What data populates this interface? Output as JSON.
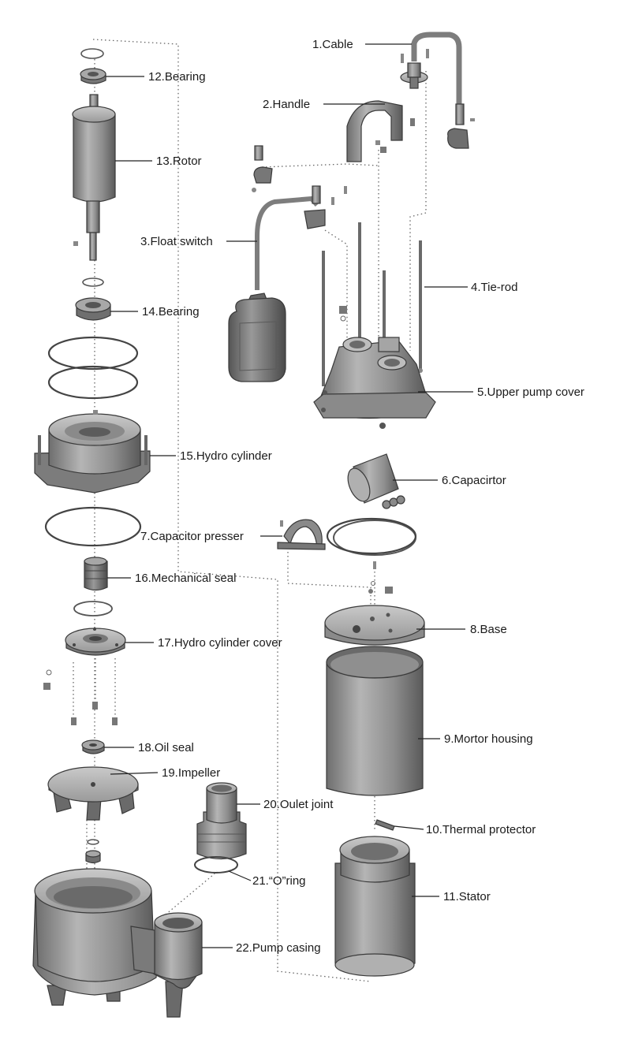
{
  "diagram": {
    "labels": [
      {
        "id": "cable",
        "text": "1.Cable"
      },
      {
        "id": "handle",
        "text": "2.Handle"
      },
      {
        "id": "float-switch",
        "text": "3.Float switch"
      },
      {
        "id": "tie-rod",
        "text": "4.Tie-rod"
      },
      {
        "id": "upper-pump-cover",
        "text": "5.Upper pump cover"
      },
      {
        "id": "capacitor",
        "text": "6.Capacirtor"
      },
      {
        "id": "capacitor-presser",
        "text": "7.Capacitor presser"
      },
      {
        "id": "base",
        "text": "8.Base"
      },
      {
        "id": "motor-housing",
        "text": "9.Mortor housing"
      },
      {
        "id": "thermal-protector",
        "text": "10.Thermal protector"
      },
      {
        "id": "stator",
        "text": "11.Stator"
      },
      {
        "id": "bearing-12",
        "text": "12.Bearing"
      },
      {
        "id": "rotor",
        "text": "13.Rotor"
      },
      {
        "id": "bearing-14",
        "text": "14.Bearing"
      },
      {
        "id": "hydro-cylinder",
        "text": "15.Hydro cylinder"
      },
      {
        "id": "mechanical-seal",
        "text": "16.Mechanical seal"
      },
      {
        "id": "hydro-cylinder-cover",
        "text": "17.Hydro cylinder cover"
      },
      {
        "id": "oil-seal",
        "text": "18.Oil seal"
      },
      {
        "id": "impeller",
        "text": "19.Impeller"
      },
      {
        "id": "outlet-joint",
        "text": "20.Oulet joint"
      },
      {
        "id": "o-ring",
        "text": "21.“O”ring"
      },
      {
        "id": "pump-casing",
        "text": "22.Pump casing"
      }
    ]
  }
}
